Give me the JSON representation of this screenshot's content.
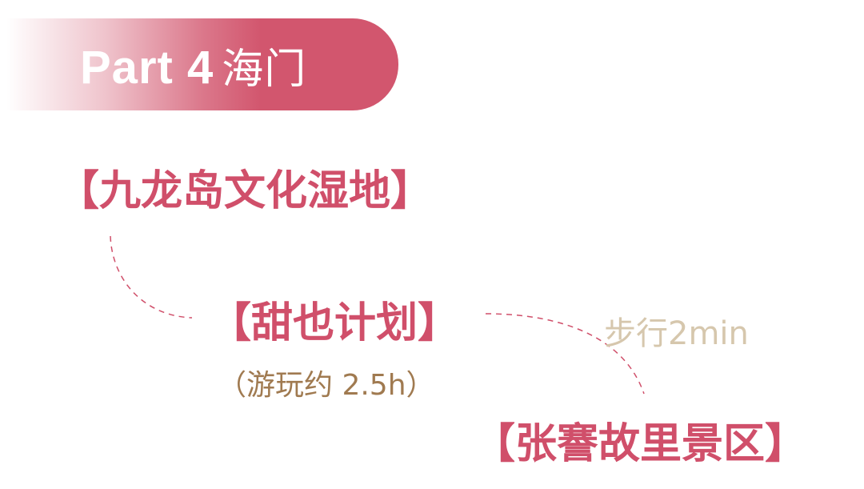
{
  "header": {
    "part_label": "Part 4",
    "city": "海门"
  },
  "route": {
    "stops": [
      {
        "name": "【九龙岛文化湿地】"
      },
      {
        "name": "【甜也计划】",
        "duration": "（游玩约 2.5h）"
      },
      {
        "name": "【张謇故里景区】"
      }
    ],
    "transfer": "步行2min"
  },
  "colors": {
    "accent": "#d2566e",
    "duration_text": "#a07a50",
    "transfer_text": "#d6c7ad"
  }
}
